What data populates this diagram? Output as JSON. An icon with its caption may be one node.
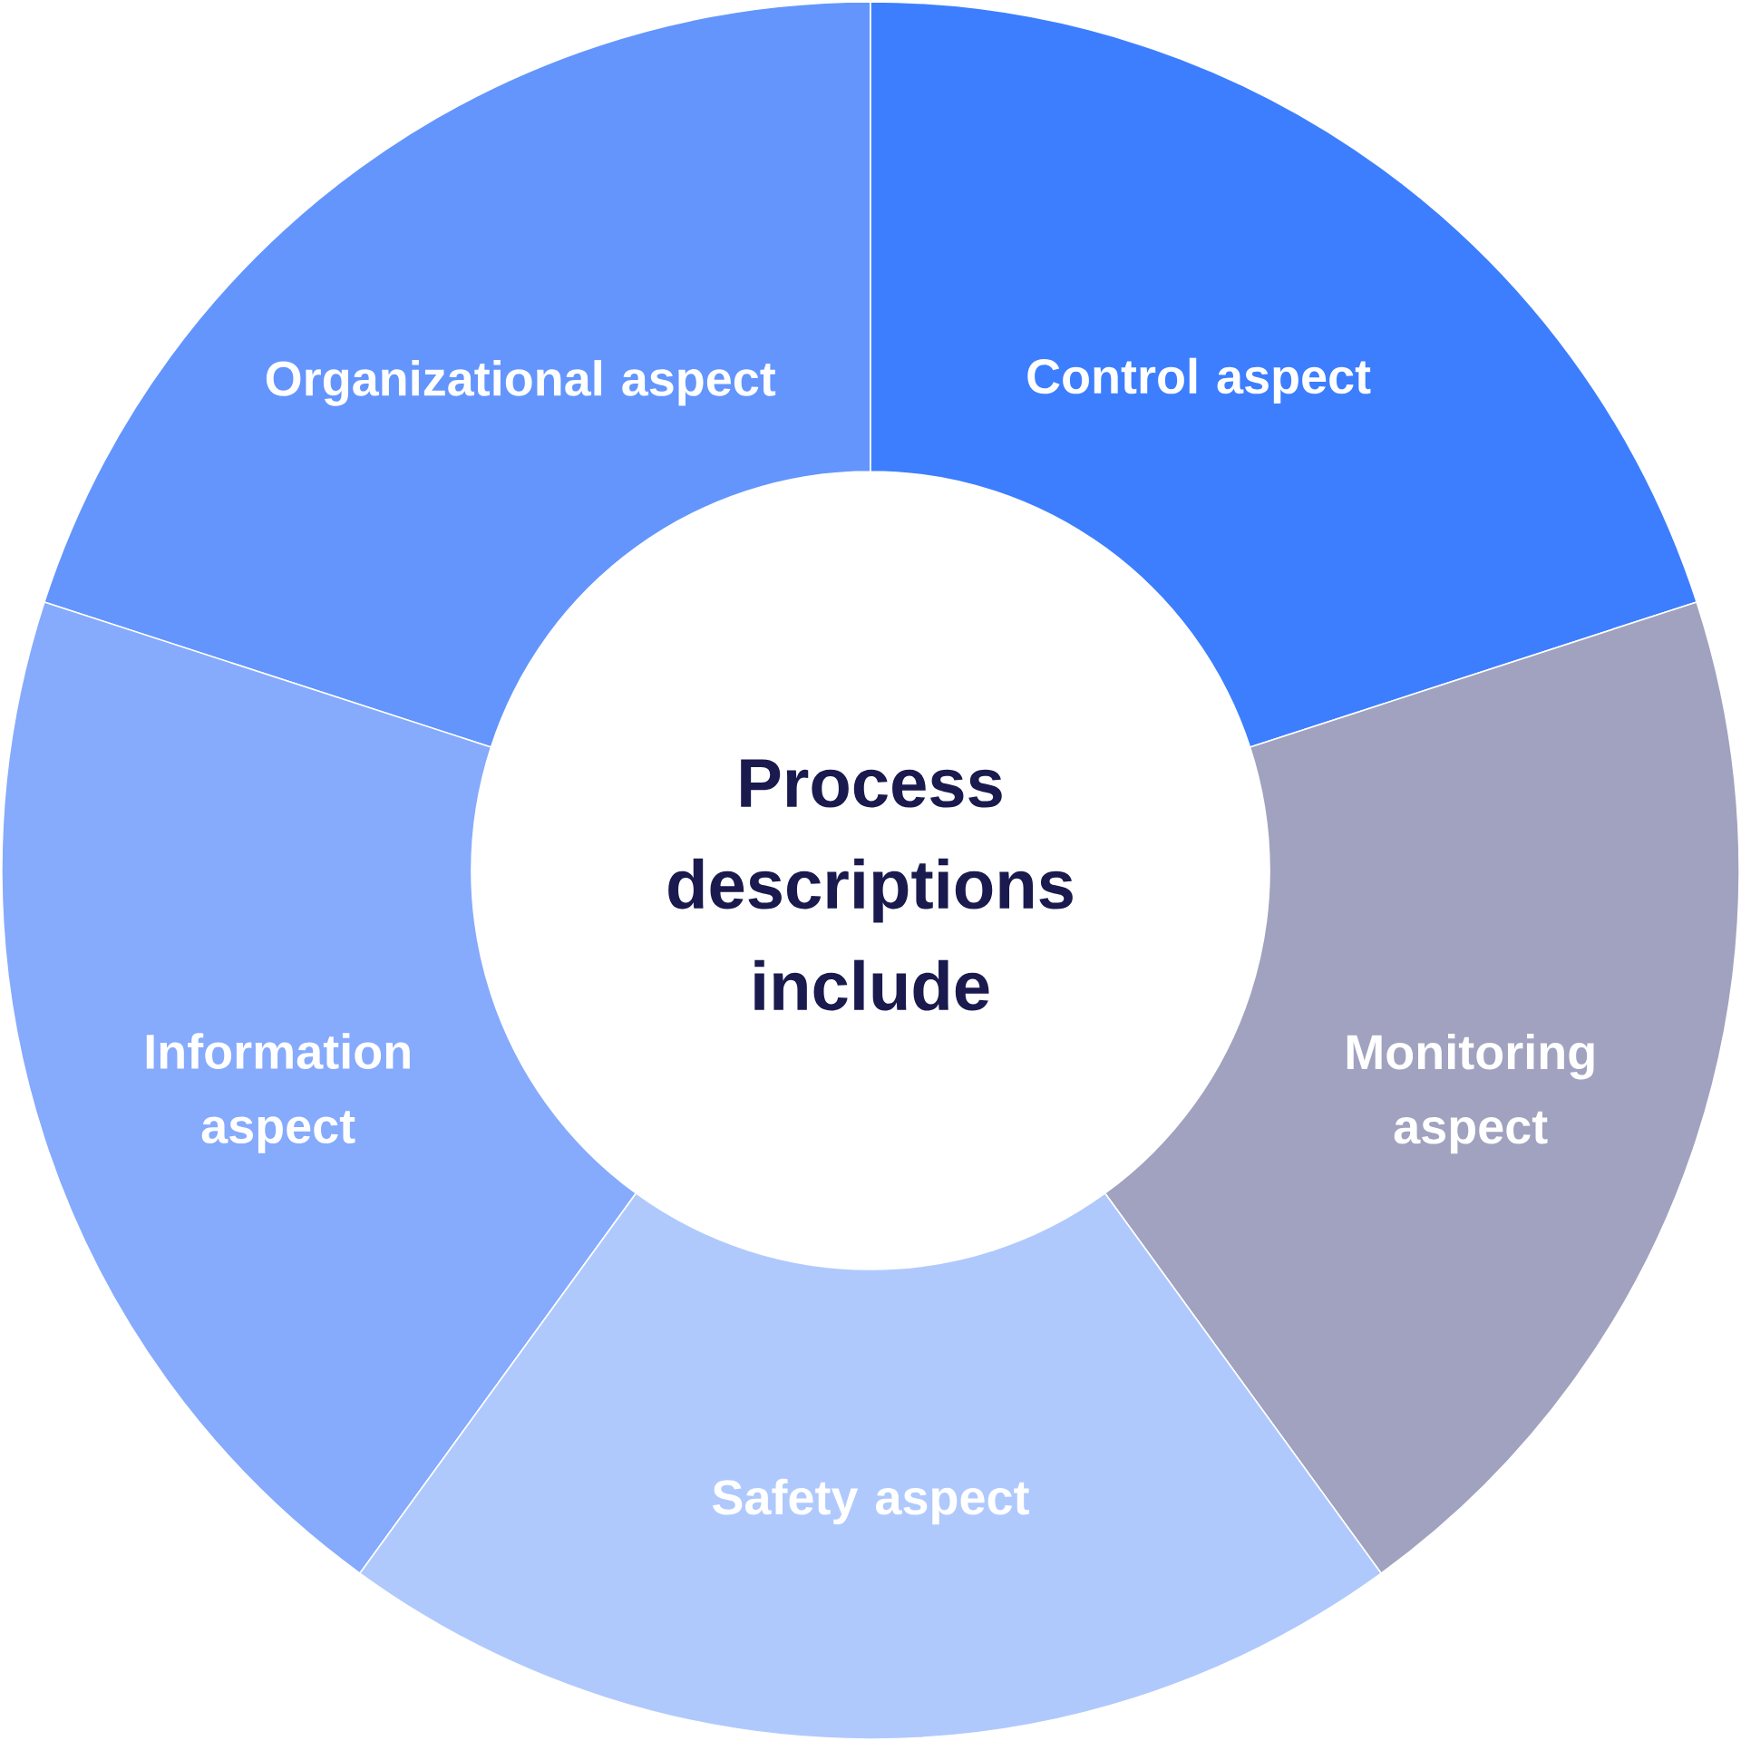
{
  "diagram": {
    "nodes": [
      {
        "text": [
          "Process descriptions include"
        ]
      },
      {
        "text": [
          "Organizational aspect"
        ]
      },
      {
        "text": [
          "Control aspect"
        ]
      },
      {
        "text": [
          "Information aspect"
        ]
      },
      {
        "text": [
          "Monitoring aspect"
        ]
      },
      {
        "text": [
          "Safety aspect"
        ]
      }
    ]
  }
}
